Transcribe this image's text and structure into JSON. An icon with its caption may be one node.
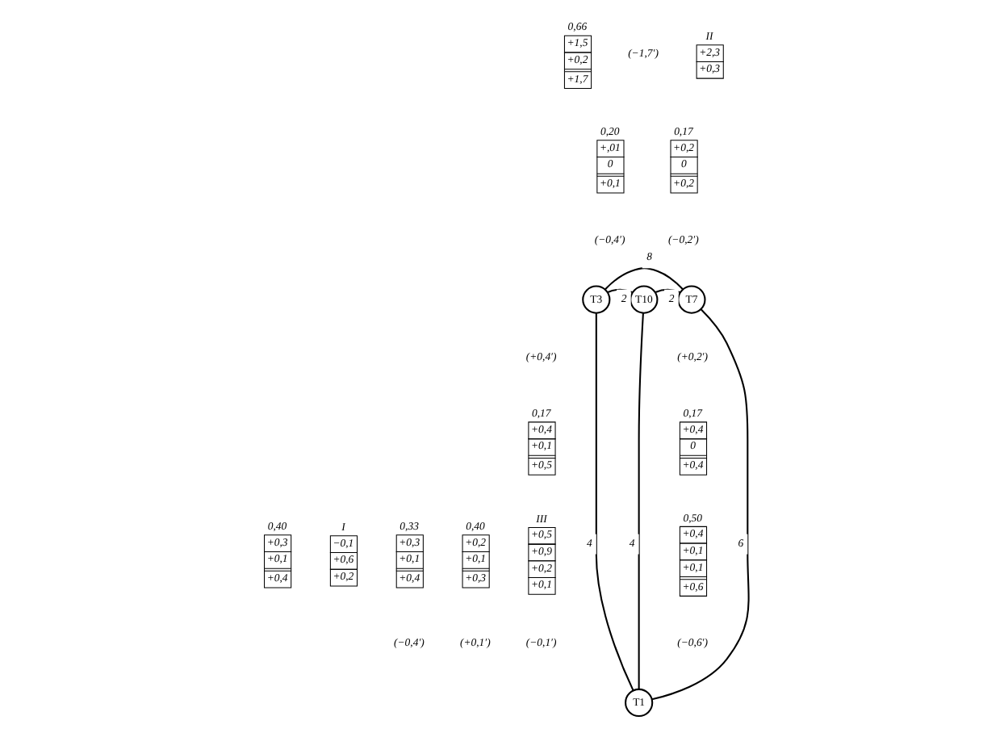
{
  "diagram": {
    "nodes": [
      {
        "text": [
          "T3"
        ]
      },
      {
        "text": [
          "T10"
        ]
      },
      {
        "text": [
          "T7"
        ]
      },
      {
        "text": [
          "T1"
        ]
      },
      {
        "text": [
          "0,66",
          "+1,5",
          "+0,2",
          "+1,7"
        ]
      },
      {
        "text": [
          "II",
          "+2,3",
          "+0,3"
        ]
      },
      {
        "text": [
          "0,20",
          "+,01",
          "0",
          "+0,1"
        ]
      },
      {
        "text": [
          "0,17",
          "+0,2",
          "0",
          "+0,2"
        ]
      },
      {
        "text": [
          "0,17",
          "+0,4",
          "+0,1",
          "+0,5"
        ]
      },
      {
        "text": [
          "0,17",
          "+0,4",
          "0",
          "+0,4"
        ]
      },
      {
        "text": [
          "I",
          "−0,1",
          "+0,6",
          "+0,2"
        ]
      },
      {
        "text": [
          "0,33",
          "+0,3",
          "+0,1",
          "+0,4"
        ]
      },
      {
        "text": [
          "0,40",
          "+0,2",
          "+0,1",
          "+0,3"
        ]
      },
      {
        "text": [
          "III",
          "+0,5",
          "+0,9",
          "+0,2",
          "+0,1"
        ]
      },
      {
        "text": [
          "0,40",
          "+0,3",
          "+0,1",
          "+0,4"
        ]
      },
      {
        "text": [
          "0,50",
          "+0,4",
          "+0,1",
          "+0,1",
          "+0,6"
        ]
      }
    ],
    "edges": [
      {
        "from": 0,
        "to": 2,
        "arrow": "none",
        "label": "8"
      },
      {
        "from": 0,
        "to": 1,
        "arrow": "none",
        "label": "2"
      },
      {
        "from": 1,
        "to": 2,
        "arrow": "none",
        "label": "2"
      },
      {
        "from": 1,
        "to": 3,
        "arrow": "none",
        "label": "4"
      },
      {
        "from": 0,
        "to": 3,
        "arrow": "none",
        "label": "4"
      },
      {
        "from": 2,
        "to": 3,
        "arrow": "none",
        "label": "6"
      }
    ],
    "labels": [
      "(−1,7′)",
      "(−0,4′)",
      "(−0,2′)",
      "(+0,4′)",
      "(+0,2′)",
      "(−0,4′)",
      "(+0,1′)",
      "(−0,1′)",
      "(−0,6′)"
    ]
  }
}
